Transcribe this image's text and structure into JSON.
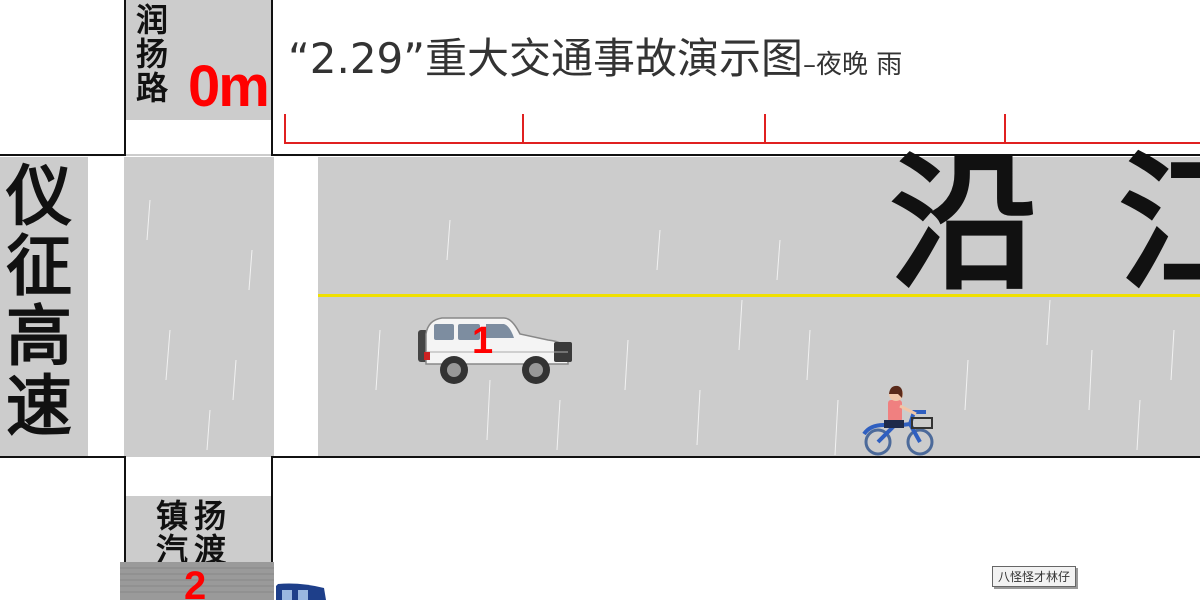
{
  "title": {
    "main": "“2.29”重大交通事故演示图",
    "suffix": "–夜晚 雨"
  },
  "distance_label": "0m",
  "roads": {
    "north_street": [
      "润",
      "扬",
      "路"
    ],
    "west_road": [
      "仪",
      "征",
      "高",
      "速"
    ],
    "main_road": [
      "沿",
      "江"
    ],
    "south_street_col1": [
      "镇",
      "汽"
    ],
    "south_street_col2": [
      "扬",
      "渡"
    ]
  },
  "vehicles": {
    "suv_number": "1",
    "truck_number": "2"
  },
  "watermark": "八怪怪才林仔",
  "colors": {
    "road": "#cccccc",
    "center_line": "#f0e000",
    "scale": "#e02020",
    "accent_red": "#ff0000"
  },
  "icons": [
    "suv-icon",
    "bicycle-rider-icon",
    "truck-icon"
  ]
}
